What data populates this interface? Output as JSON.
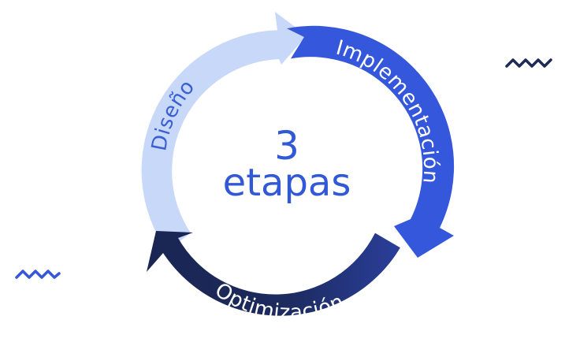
{
  "center": {
    "number": "3",
    "word": "etapas"
  },
  "stages": [
    {
      "id": "diseno",
      "label": "Diseño",
      "color": "#c7d8f8",
      "text_color": "#3a5fd4"
    },
    {
      "id": "implementacion",
      "label": "Implementación",
      "color": "#3557dc",
      "text_color": "#ffffff"
    },
    {
      "id": "optimizacion",
      "label": "Optimización",
      "color": "#1a2552",
      "text_color": "#ffffff"
    }
  ],
  "colors": {
    "center_text": "#3158d6",
    "wave_dark": "#1e2a55",
    "wave_blue": "#3557dc",
    "optim_gradient_light": "#3c5bd0"
  },
  "decorations": [
    {
      "name": "wave-decoration-right",
      "icon": "zigzag-wave-icon"
    },
    {
      "name": "wave-decoration-left",
      "icon": "zigzag-wave-icon"
    }
  ]
}
